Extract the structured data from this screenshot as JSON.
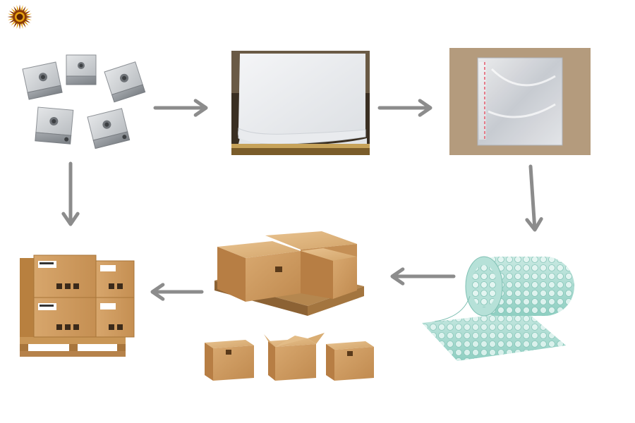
{
  "brand": {
    "logo_icon": "sunburst-logo-icon",
    "logo_colors": [
      "#8a3b06",
      "#e8a20f"
    ]
  },
  "flow": {
    "steps": [
      {
        "id": "metal-blocks",
        "icon": "aluminum-block-icon"
      },
      {
        "id": "foam-sheet",
        "icon": "foam-sheet-icon"
      },
      {
        "id": "plastic-bag",
        "icon": "plastic-bag-icon"
      },
      {
        "id": "bubble-wrap",
        "icon": "bubble-wrap-icon"
      },
      {
        "id": "cartons",
        "icon": "carton-box-icon"
      },
      {
        "id": "pallet",
        "icon": "pallet-icon"
      }
    ],
    "arrow_color": "#8c8c8c"
  }
}
